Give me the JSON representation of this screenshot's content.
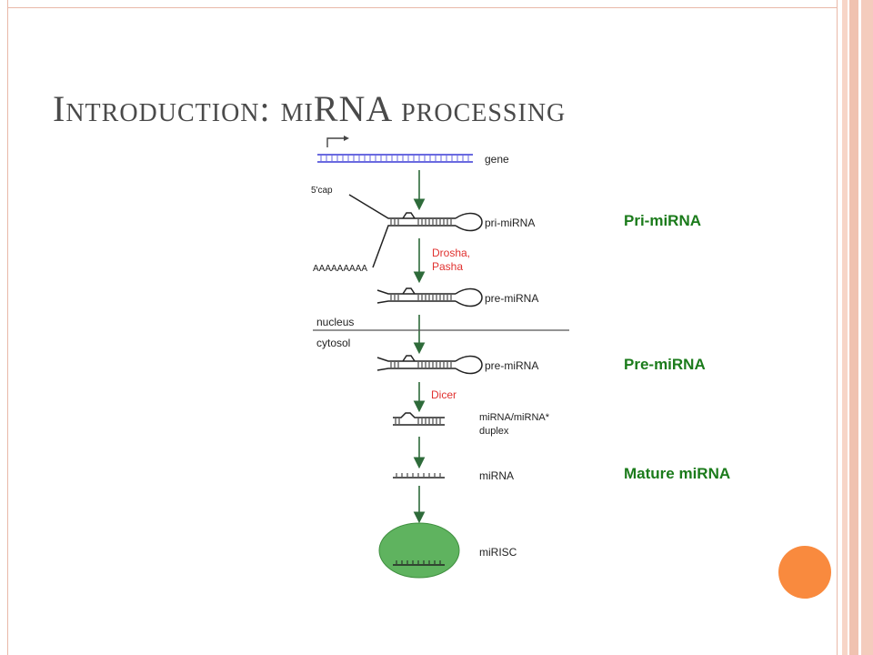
{
  "slide": {
    "title": "Introduction: miRNA processing",
    "stage_labels": [
      "Pri-miRNA",
      "Pre-miRNA",
      "Mature miRNA"
    ]
  },
  "diagram": {
    "labels": {
      "gene": "gene",
      "cap": "5'cap",
      "pri": "pri-miRNA",
      "polyA": "AAAAAAAAA",
      "drosha1": "Drosha,",
      "drosha2": "Pasha",
      "pre1": "pre-miRNA",
      "nucleus": "nucleus",
      "cytosol": "cytosol",
      "pre2": "pre-miRNA",
      "dicer": "Dicer",
      "duplex1": "miRNA/miRNA*",
      "duplex2": "duplex",
      "mirna": "miRNA",
      "mirisc": "miRISC"
    },
    "colors": {
      "arrow": "#2e6b3a",
      "enzyme_text": "#e0312f",
      "gene": "#6a6ae0",
      "complex": "#5fb35f",
      "stage_label": "#1b7b1b",
      "accent": "#f98a3e"
    }
  }
}
